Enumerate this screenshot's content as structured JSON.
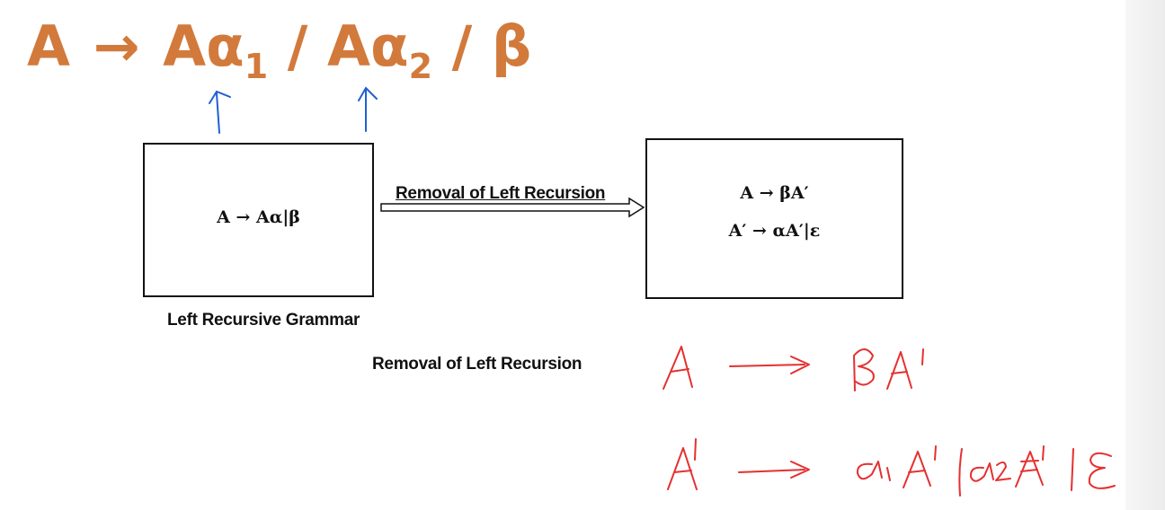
{
  "headline": {
    "lhs": "A",
    "arrow": "→",
    "rhs1": "Aα",
    "sub1": "1",
    "sep1": " / ",
    "rhs2": "Aα",
    "sub2": "2",
    "sep2": " / ",
    "rhs3": "β",
    "color": "#d27a3b"
  },
  "diagram": {
    "left_box": {
      "grammar": "A → Aα|β",
      "caption": "Left Recursive Grammar"
    },
    "transition": {
      "label": "Removal of Left Recursion"
    },
    "right_box": {
      "line1": "A → βA′",
      "line2": "A′ → αA′|ε"
    },
    "caption": "Removal of Left Recursion"
  },
  "annotations": {
    "blue_color": "#1f5fd6",
    "red_color": "#e53030",
    "handwritten_line1": "A → βA'",
    "handwritten_line2": "A' → α1A' | α2A' | ε"
  }
}
